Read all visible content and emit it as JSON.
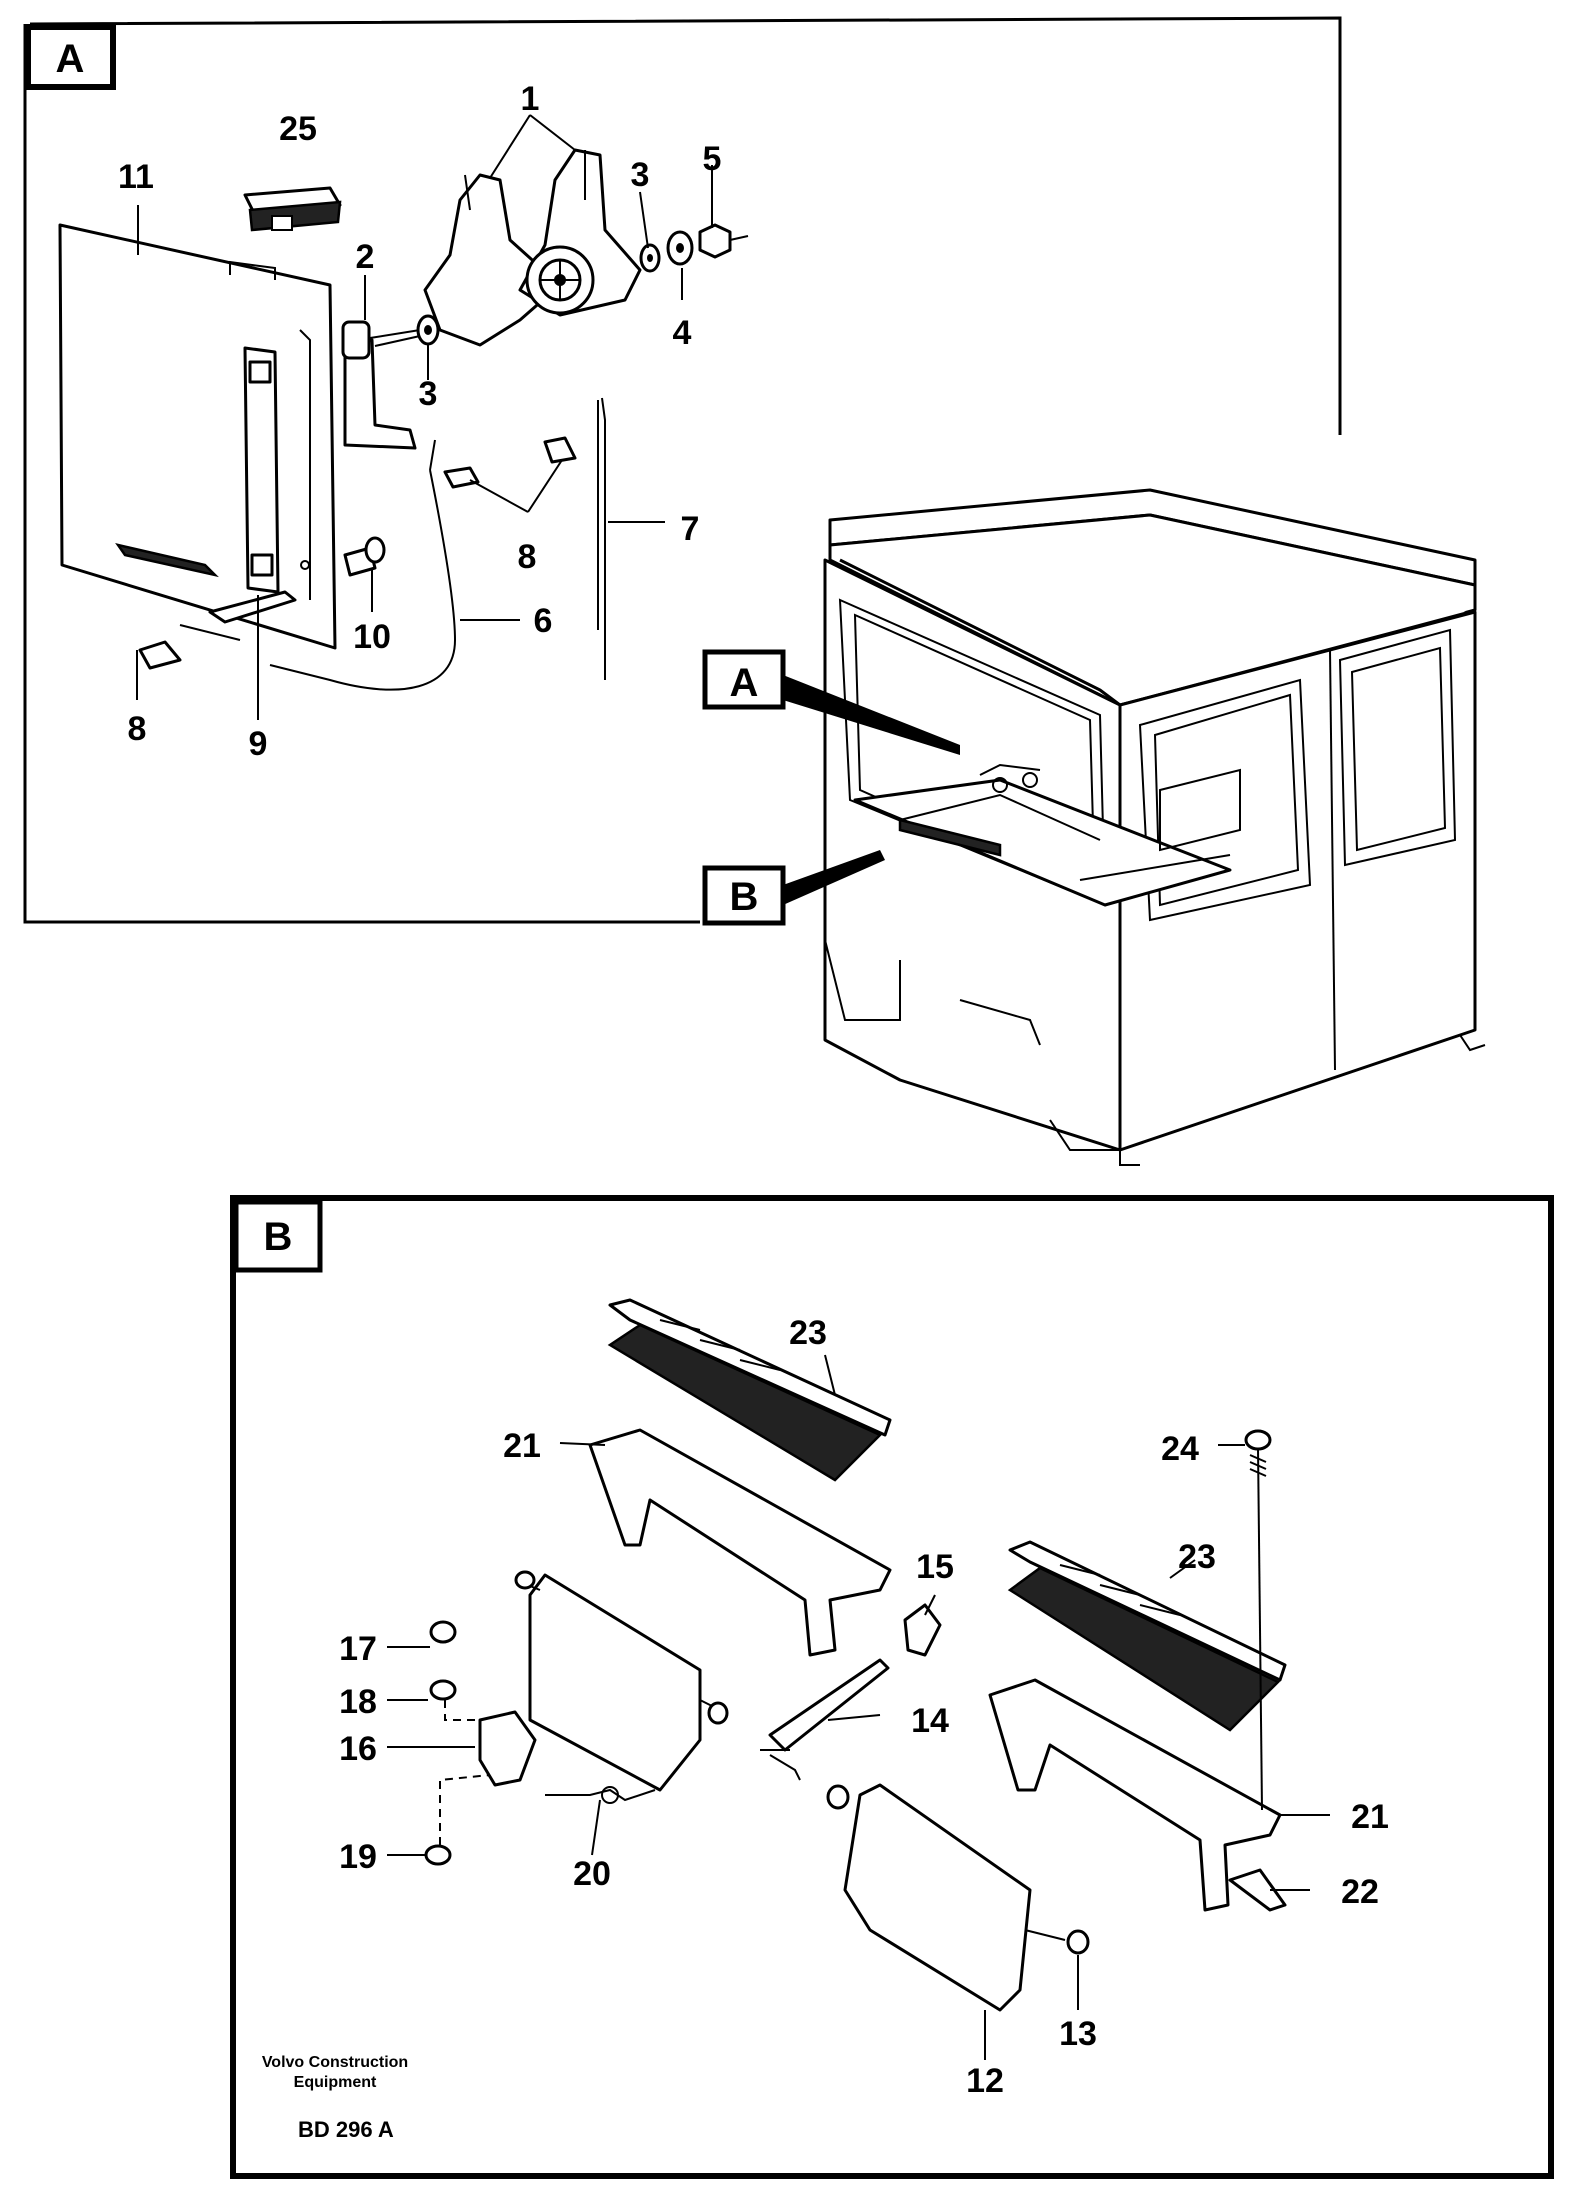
{
  "panel_a": {
    "tag": "A",
    "labels": [
      "1",
      "25",
      "11",
      "3",
      "5",
      "2",
      "4",
      "3",
      "8",
      "7",
      "10",
      "6",
      "8",
      "9"
    ]
  },
  "cab": {
    "callout_a": "A",
    "callout_b": "B"
  },
  "panel_b": {
    "tag": "B",
    "labels": [
      "23",
      "21",
      "24",
      "15",
      "23",
      "17",
      "14",
      "18",
      "16",
      "21",
      "22",
      "19",
      "20",
      "13",
      "12"
    ]
  },
  "footer": {
    "company_line1": "Volvo Construction",
    "company_line2": "Equipment",
    "code": "BD 296 A"
  }
}
